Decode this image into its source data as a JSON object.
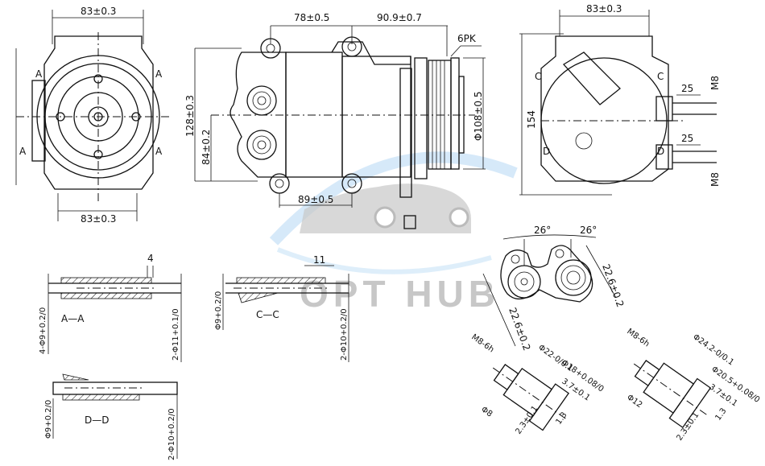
{
  "watermark": {
    "brand": "OPT HUB",
    "color": "#9a9a9a",
    "swoosh_color": "#5aa9e6"
  },
  "front_view": {
    "dim_top": "83±0.3",
    "dim_bottom": "83±0.3",
    "section_marks": [
      "A",
      "A",
      "A",
      "A"
    ]
  },
  "side_view": {
    "dim_mount_1": "78±0.5",
    "dim_mount_2": "90.9±0.7",
    "pulley_type": "6PK",
    "dim_height": "128±0.3",
    "dim_center": "84±0.2",
    "dim_bottom": "89±0.5",
    "dim_pulley_dia": "Φ108±0.5"
  },
  "rear_view": {
    "dim_top": "83±0.3",
    "dim_height": "154",
    "dim_port_1": "25",
    "dim_port_2": "25",
    "thread_1": "M8",
    "thread_2": "M8",
    "section_marks": [
      "C",
      "C",
      "D",
      "D"
    ]
  },
  "sections": {
    "aa": {
      "title": "A—A",
      "dim_width": "4",
      "dim_left": "4-Φ9+0.2/0",
      "dim_right": "2-Φ11+0.1/0"
    },
    "cc": {
      "title": "C—C",
      "dim_width": "11",
      "dim_left": "Φ9+0.2/0",
      "dim_right": "2-Φ10+0.2/0"
    },
    "dd": {
      "title": "D—D",
      "dim_left": "Φ9+0.2/0",
      "dim_right": "2-Φ10+0.2/0"
    }
  },
  "port_block": {
    "angle_1": "26°",
    "angle_2": "26°",
    "dim_1": "22.6±0.2",
    "dim_2": "22.6±0.2"
  },
  "port_detail_1": {
    "thread": "M8-6h",
    "dia_outer": "Φ22-0/0.1",
    "dia_inner": "Φ18+0.08/0",
    "depth": "3.7±0.1",
    "dia_bolt": "Φ8",
    "step": "2.3±0.1",
    "small": "1.3"
  },
  "port_detail_2": {
    "thread": "M8-6h",
    "dia_outer": "Φ24.2-0/0.1",
    "dia_inner": "Φ20.5+0.08/0",
    "depth": "3.7±0.1",
    "dia_bolt": "Φ12",
    "step": "2.3±0.1",
    "small": "1.3"
  }
}
